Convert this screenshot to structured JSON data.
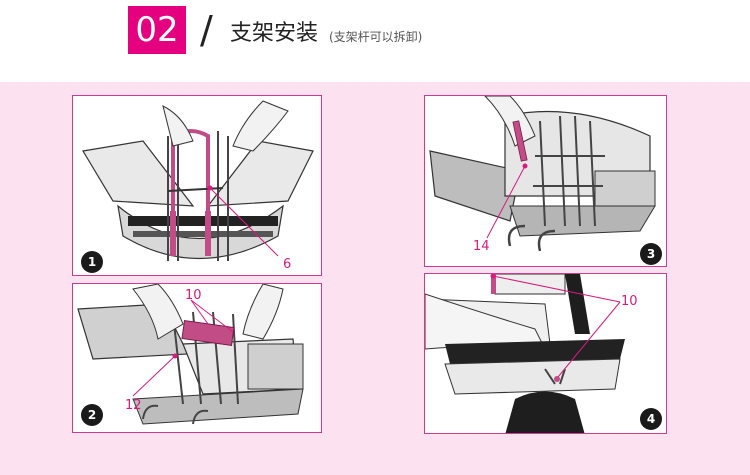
{
  "header": {
    "step_number": "02",
    "slash": "/",
    "title": "支架安装",
    "subtitle": "(支架杆可以拆卸)"
  },
  "colors": {
    "accent": "#e5007f",
    "band": "#fce2f0",
    "callout": "#d81b7b"
  },
  "panels": [
    {
      "step": "1",
      "callouts": [
        "6"
      ]
    },
    {
      "step": "2",
      "callouts": [
        "10",
        "12"
      ]
    },
    {
      "step": "3",
      "callouts": [
        "14"
      ]
    },
    {
      "step": "4",
      "callouts": [
        "10"
      ]
    }
  ]
}
